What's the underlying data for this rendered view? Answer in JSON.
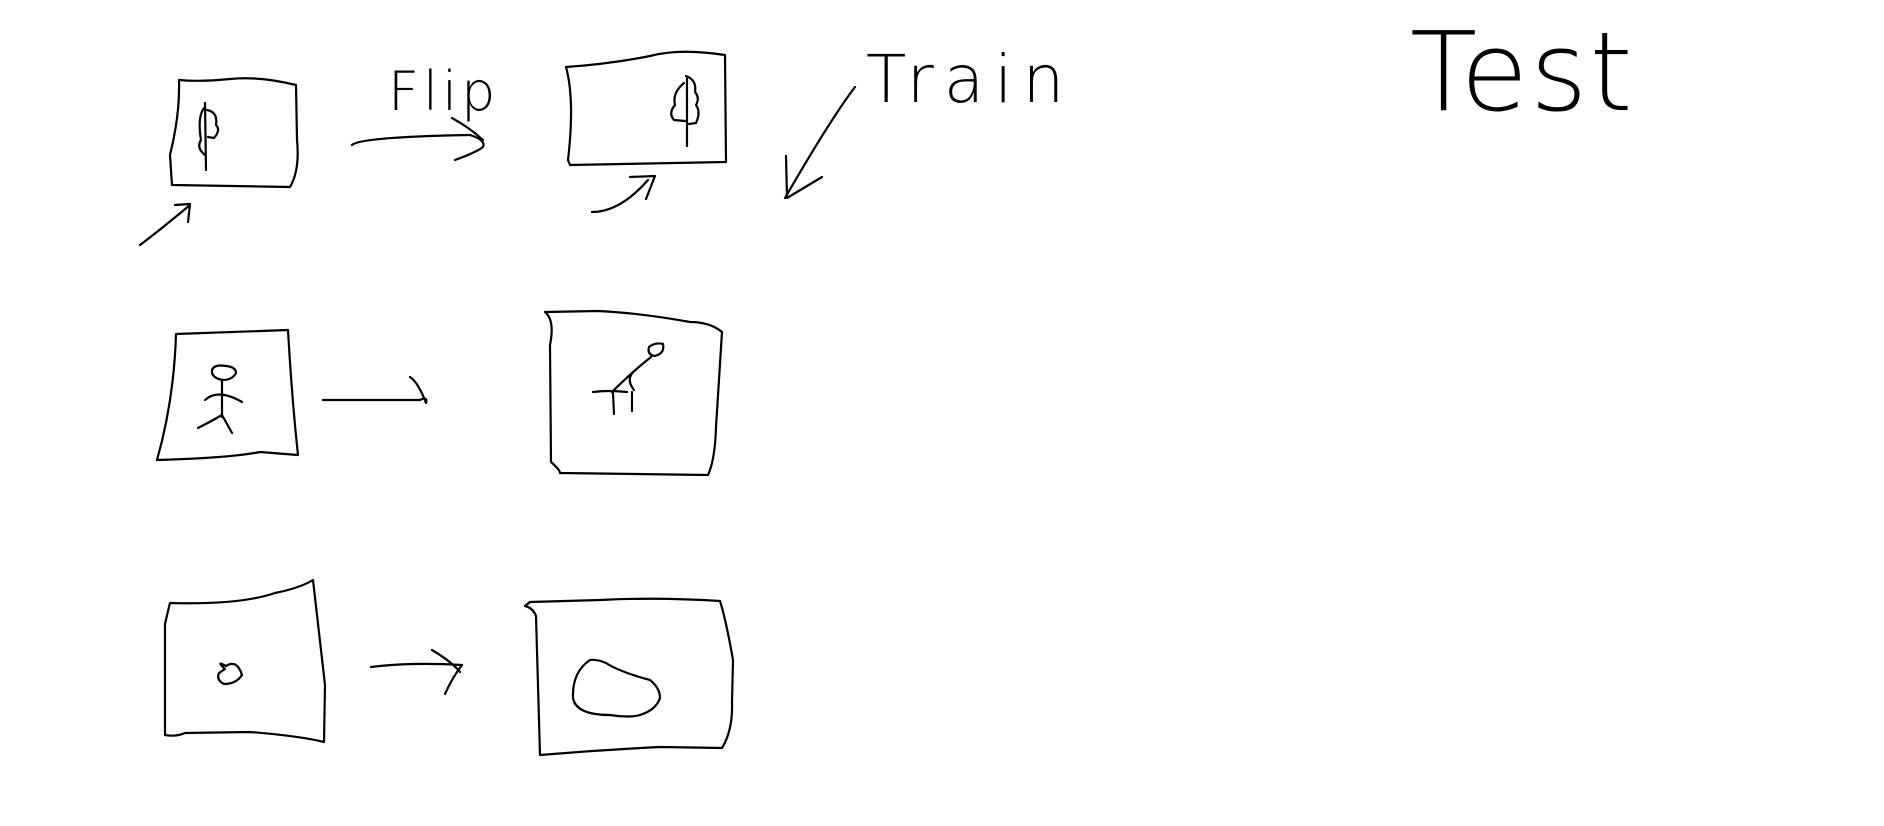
{
  "labels": {
    "flip": "Flip",
    "train": "Train",
    "test": "Test"
  },
  "colors": {
    "background": "#ffffff",
    "ink": "#000000"
  },
  "rows": [
    {
      "name": "tree",
      "transform": "flip",
      "icons": [
        "tree-icon",
        "tree-icon-flipped"
      ]
    },
    {
      "name": "stick-figure",
      "transform": "rotate",
      "icons": [
        "stick-figure-icon",
        "stick-figure-rotated-icon"
      ]
    },
    {
      "name": "blob",
      "transform": "scale",
      "icons": [
        "small-blob-icon",
        "large-blob-icon"
      ]
    }
  ]
}
